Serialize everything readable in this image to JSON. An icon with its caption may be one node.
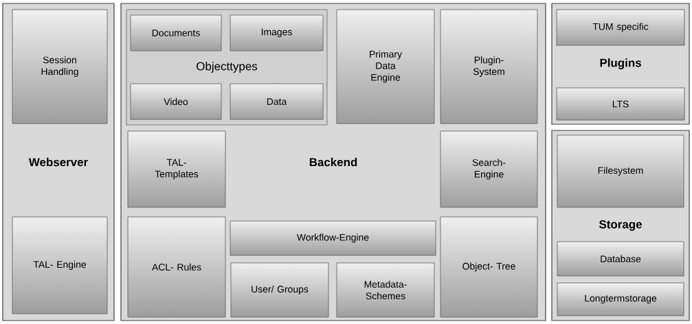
{
  "diagram": {
    "nodes": [
      {
        "text": [
          "Webserver"
        ]
      },
      {
        "text": [
          "Session Handling"
        ],
        "in": 0
      },
      {
        "text": [
          "TAL- Engine"
        ],
        "in": 0
      },
      {
        "text": [
          "Backend"
        ]
      },
      {
        "text": [
          "Objecttypes"
        ],
        "in": 3
      },
      {
        "text": [
          "Documents"
        ],
        "in": 4
      },
      {
        "text": [
          "Images"
        ],
        "in": 4
      },
      {
        "text": [
          "Video"
        ],
        "in": 4
      },
      {
        "text": [
          "Data"
        ],
        "in": 4
      },
      {
        "text": [
          "Primary Data Engine"
        ],
        "in": 3
      },
      {
        "text": [
          "Plugin- System"
        ],
        "in": 3
      },
      {
        "text": [
          "TAL- Templates"
        ],
        "in": 3
      },
      {
        "text": [
          "Search- Engine"
        ],
        "in": 3
      },
      {
        "text": [
          "ACL- Rules"
        ],
        "in": 3
      },
      {
        "text": [
          "Workflow-Engine"
        ],
        "in": 3
      },
      {
        "text": [
          "User/ Groups"
        ],
        "in": 3
      },
      {
        "text": [
          "Metadata- Schemes"
        ],
        "in": 3
      },
      {
        "text": [
          "Object- Tree"
        ],
        "in": 3
      },
      {
        "text": [
          "Plugins"
        ]
      },
      {
        "text": [
          "TUM specific"
        ],
        "in": 18
      },
      {
        "text": [
          "LTS"
        ],
        "in": 18
      },
      {
        "text": [
          "Storage"
        ]
      },
      {
        "text": [
          "Filesystem"
        ],
        "in": 21
      },
      {
        "text": [
          "Database"
        ],
        "in": 21
      },
      {
        "text": [
          "Longtermstorage"
        ],
        "in": 21
      }
    ]
  }
}
